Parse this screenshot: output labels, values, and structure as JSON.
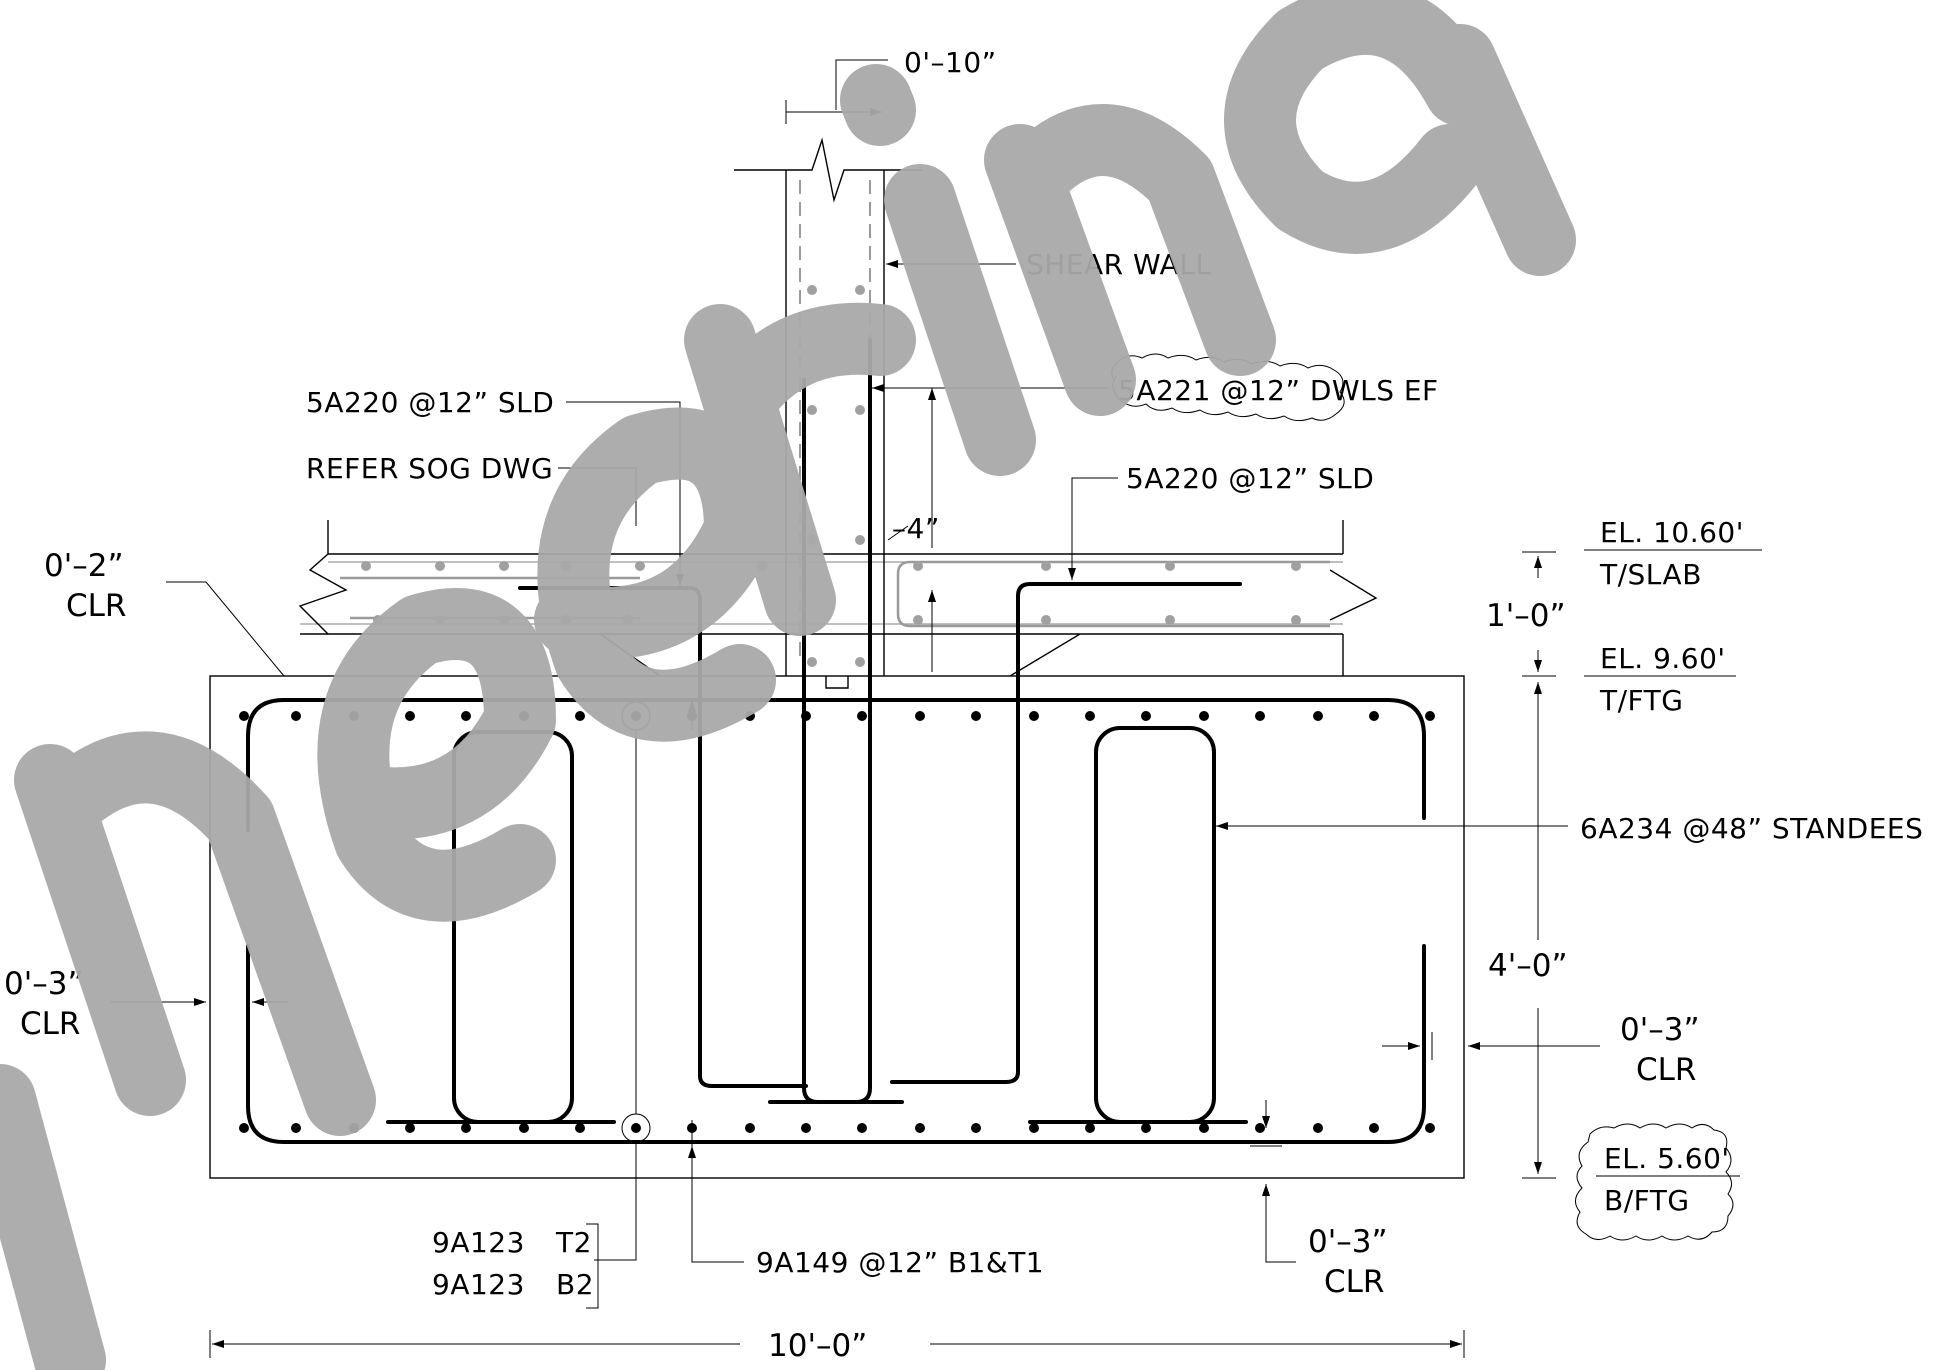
{
  "labels": {
    "wall_thickness": "0'–10”",
    "shear_wall": "SHEAR WALL",
    "dowels": "5A221 @12” DWLS EF",
    "sld_left": "5A220 @12” SLD",
    "refer_sog": "REFER SOG DWG",
    "sld_right": "5A220 @12” SLD",
    "lap_4": "–4”",
    "clr_2_dim": "0'–2”",
    "clr_2_txt": "CLR",
    "el_slab_val": "EL. 10.60'",
    "el_slab_name": "T/SLAB",
    "slab_thk": "1'–0”",
    "el_ftg_val": "EL. 9.60'",
    "el_ftg_name": "T/FTG",
    "standees": "6A234 @48” STANDEES",
    "ftg_depth": "4'–0”",
    "clr_3_left_dim": "0'–3”",
    "clr_3_left_txt": "CLR",
    "clr_3_right_dim": "0'–3”",
    "clr_3_right_txt": "CLR",
    "el_btm_val": "EL. 5.60'",
    "el_btm_name": "B/FTG",
    "clr_3_btm_dim": "0'–3”",
    "clr_3_btm_txt": "CLR",
    "top_bars": "9A123",
    "top_bars_tag": "T2",
    "btm_bars": "9A123",
    "btm_bars_tag": "B2",
    "trans_bars": "9A149 @12” B1&T1",
    "ftg_width": "10'–0”"
  },
  "watermark": "Engineering"
}
